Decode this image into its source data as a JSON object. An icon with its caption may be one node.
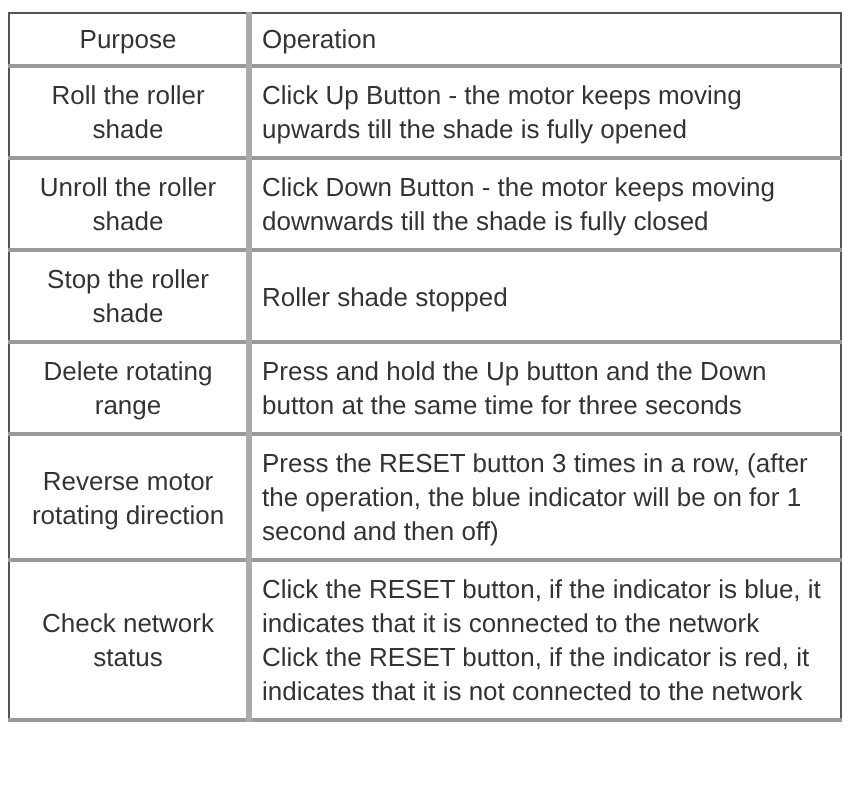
{
  "diagram": {
    "labels": [
      "Purpose",
      "Operation",
      "Roll the roller shade",
      "Click Up Button - the motor keeps moving upwards till the shade is fully opened",
      "Unroll the roller shade",
      "Click Down Button - the motor keeps moving downwards till the shade is fully closed",
      "Stop the roller shade",
      "Roller shade stopped",
      "Delete rotating range",
      "Press and hold the Up button and the Down button at the same time for three seconds",
      "Reverse motor rotating direction",
      "Press the RESET button 3 times in a row, (after the operation, the blue indicator will be on for 1 second and then off)",
      "Check network status",
      "Click the RESET button, if the indicator is blue, it indicates that it is connected to the network",
      "Click the RESET button, if the indicator is red, it indicates that it is not connected to the network"
    ]
  }
}
